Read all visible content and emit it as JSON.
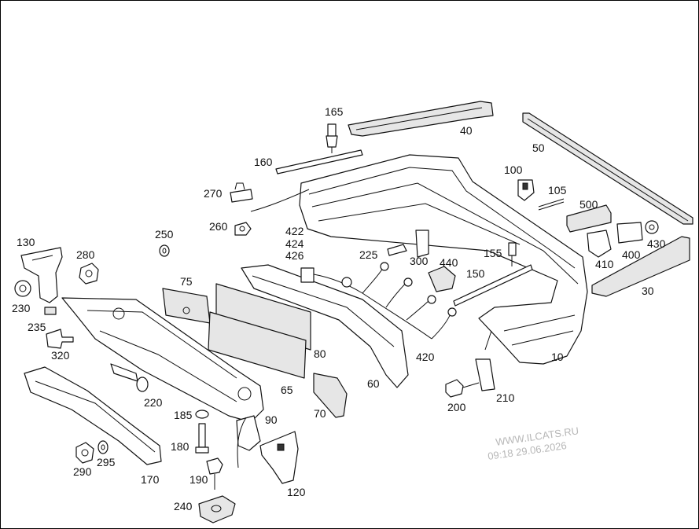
{
  "watermark": {
    "site": "WWW.ILCATS.RU",
    "datetime": "09:18 29.06.2026"
  },
  "labels": [
    "165",
    "40",
    "50",
    "160",
    "100",
    "105",
    "270",
    "500",
    "260",
    "250",
    "422",
    "424",
    "426",
    "225",
    "300",
    "440",
    "155",
    "410",
    "400",
    "430",
    "130",
    "280",
    "150",
    "75",
    "30",
    "230",
    "235",
    "80",
    "320",
    "10",
    "420",
    "220",
    "60",
    "65",
    "210",
    "185",
    "200",
    "90",
    "70",
    "180",
    "290",
    "295",
    "170",
    "190",
    "120",
    "240"
  ],
  "colors": {
    "line": "#111111",
    "shade": "#e6e6e6",
    "watermark": "#b8b8b8"
  }
}
